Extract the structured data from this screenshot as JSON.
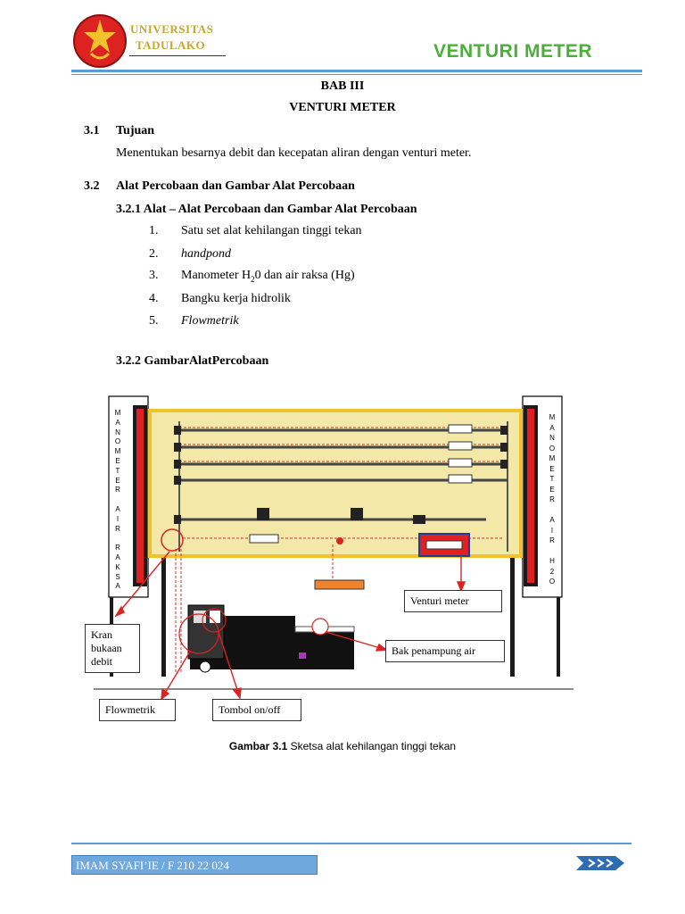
{
  "header": {
    "university_line1": "UNIVERSITAS",
    "university_line2": "TADULAKO",
    "title": "VENTURI METER",
    "colors": {
      "university": "#c7a62d",
      "title": "#4caf3a",
      "rule": "#5b9bd5"
    }
  },
  "body": {
    "chapter": "BAB III",
    "chapter_title": "VENTURI METER",
    "s31_num": "3.1",
    "s31_title": "Tujuan",
    "s31_text": "Menentukan besarnya debit dan kecepatan aliran dengan venturi meter.",
    "s32_num": "3.2",
    "s32_title": "Alat Percobaan dan Gambar Alat Percobaan",
    "s321_title": "3.2.1 Alat – Alat Percobaan dan Gambar Alat Percobaan",
    "items": [
      {
        "num": "1.",
        "text": "Satu set alat kehilangan tinggi tekan"
      },
      {
        "num": "2.",
        "text": "handpond"
      },
      {
        "num": "3.",
        "text": "Manometer H",
        "sub": "2",
        "after": "0 dan air raksa (Hg)"
      },
      {
        "num": "4.",
        "text": "Bangku kerja hidrolik"
      },
      {
        "num": "5.",
        "text": "Flowmetrik"
      }
    ],
    "s322_title": "3.2.2 GambarAlatPercobaan"
  },
  "figure": {
    "left_manometer_label": [
      "M",
      "A",
      "N",
      "O",
      "M",
      "E",
      "T",
      "E",
      "R",
      "",
      "A",
      "I",
      "R",
      "",
      "R",
      "A",
      "K",
      "S",
      "A"
    ],
    "right_manometer_label": [
      "M",
      "A",
      "N",
      "O",
      "M",
      "E",
      "T",
      "E",
      "R",
      "",
      "A",
      "I",
      "R",
      "",
      "H",
      "2",
      "O"
    ],
    "callouts": {
      "kran": "Kran bukaan debit",
      "venturi": "Venturi meter",
      "bak": "Bak penampung air",
      "flowmetrik": "Flowmetrik",
      "tombol": "Tombol on/off"
    },
    "caption_bold": "Gambar 3.1",
    "caption_text": " Sketsa alat kehilangan tinggi tekan"
  },
  "footer": {
    "author": "IMAM SYAFI’IE  / F 210 22 024"
  }
}
